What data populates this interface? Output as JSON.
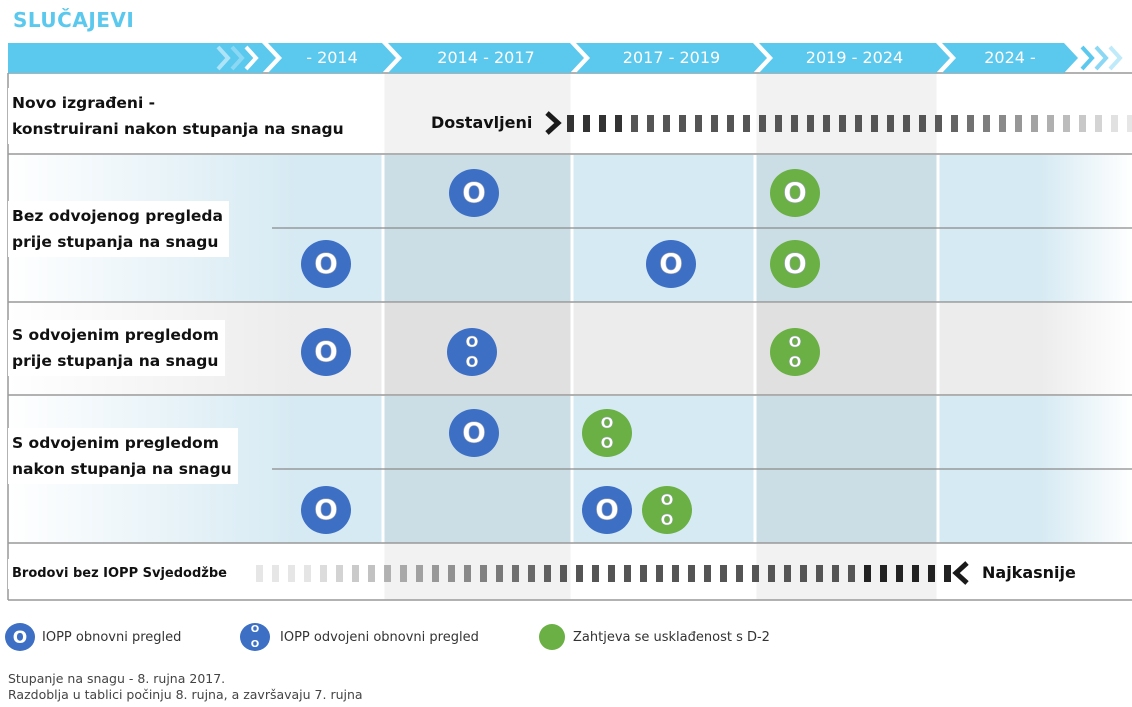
{
  "title": "SLUČAJEVI",
  "periods": [
    "- 2014",
    "2014 - 2017",
    "2017 - 2019",
    "2019 - 2024",
    "2024 -"
  ],
  "rows": {
    "new_built": "Novo izgrađeni -\nkonstruirani nakon stupanja na snagu",
    "delivered": "Dostavljeni",
    "no_separate": "Bez odvojenog pregleda\nprije stupanja na snagu",
    "separate_before": "S odvojenim pregledom\nprije stupanja na snagu",
    "separate_after": "S odvojenim pregledom\nnakon stupanja na snagu",
    "no_certificate": "Brodovi bez IOPP Svjedodžbe",
    "latest": "Najkasnije"
  },
  "legend": {
    "renewal": "IOPP obnovni pregled",
    "separate_renewal": "IOPP odvojeni obnovni pregled",
    "d2": "Zahtjeva se usklađenost s D-2"
  },
  "notes": {
    "line1": "Stupanje na snagu - 8. rujna 2017.",
    "line2": "Razdoblja u tablici počinju 8. rujna, a završavaju 7. rujna"
  },
  "colors": {
    "blue": "#3d6fc5",
    "green": "#6ab044",
    "header": "#5bc8ee"
  },
  "symbol_letter": "O"
}
